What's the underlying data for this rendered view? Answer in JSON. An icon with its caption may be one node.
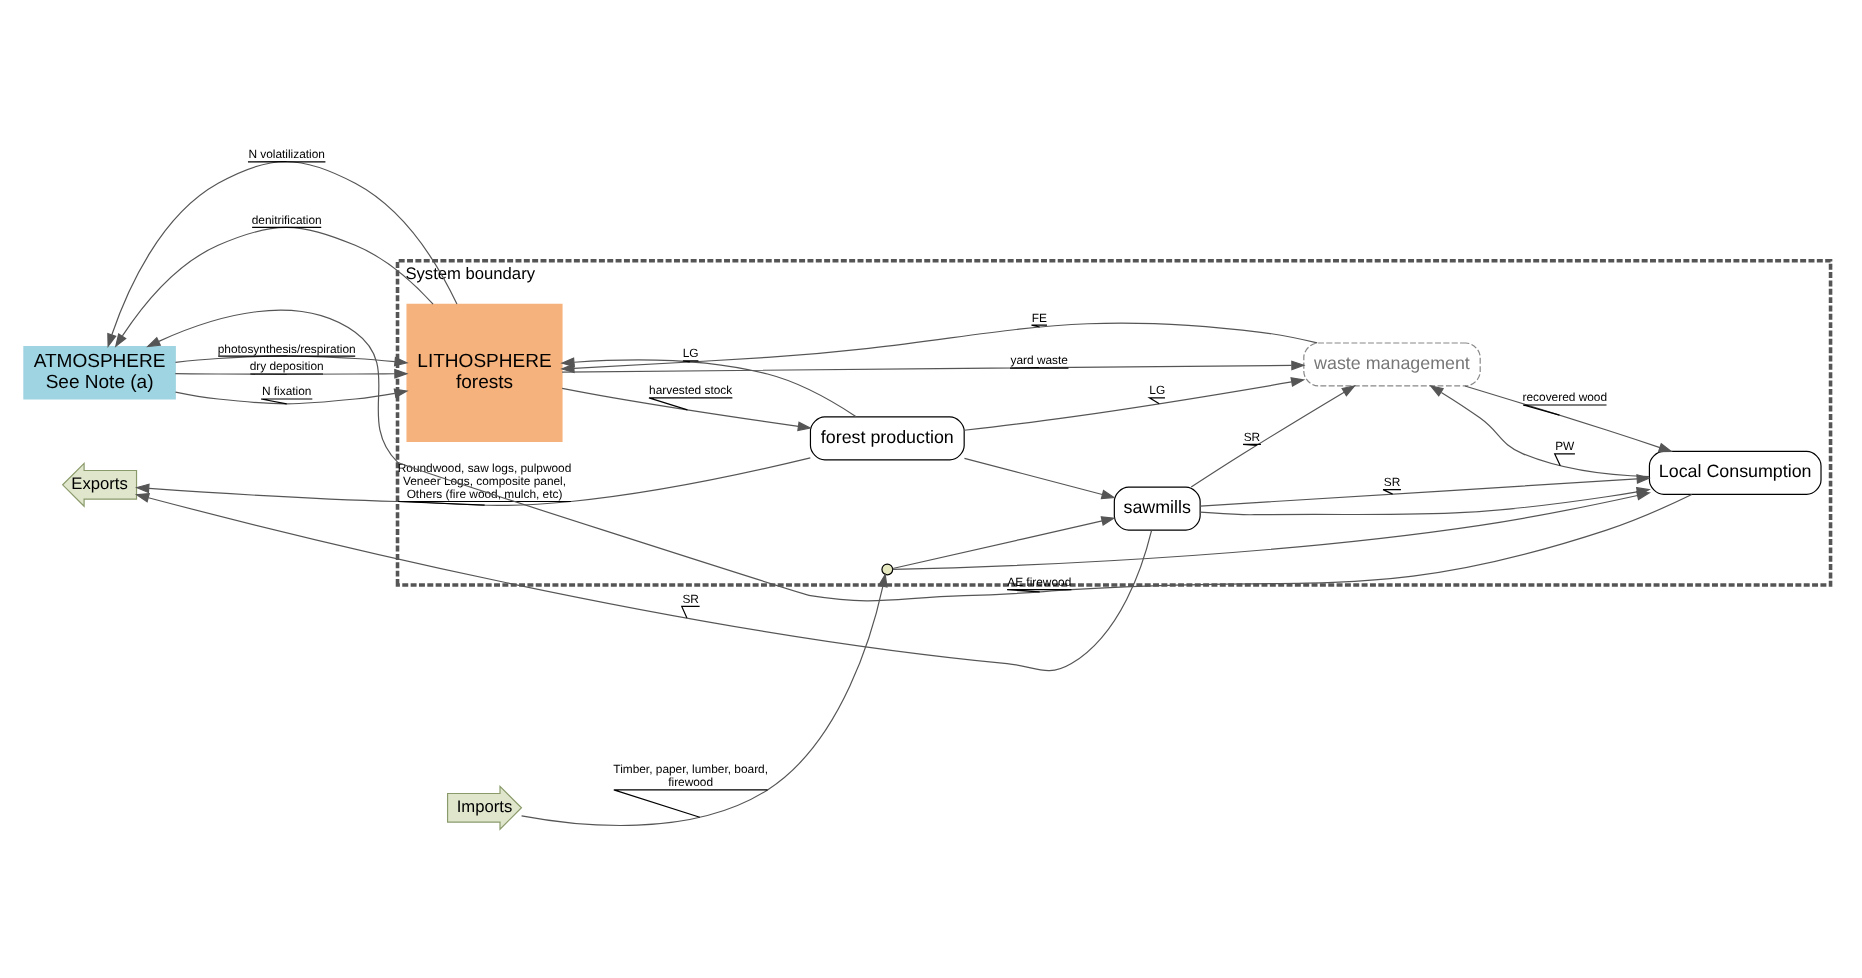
{
  "diagram": {
    "nodes": [
      {
        "text": [
          "System boundary"
        ]
      },
      {
        "text": [
          "ATMOSPHERE",
          "See Note (a)"
        ]
      },
      {
        "text": [
          "LITHOSPHERE",
          "forests"
        ],
        "in": 0
      },
      {
        "text": [
          "waste management"
        ],
        "in": 0
      },
      {
        "text": [
          "forest production"
        ],
        "in": 0
      },
      {
        "text": [
          "sawmills"
        ],
        "in": 0
      },
      {
        "text": [
          "Local Consumption"
        ],
        "in": 0
      },
      {
        "text": [
          "Exports"
        ]
      },
      {
        "text": [
          "Imports"
        ]
      },
      {
        "text": [],
        "shape": "circle",
        "in": 0
      }
    ],
    "edges": [
      {
        "from": 6,
        "to": 1,
        "arrow": "to",
        "label": "AE firewood"
      },
      {
        "from": 1,
        "to": 2,
        "arrow": "to",
        "label": "photosynthesis/respiration"
      },
      {
        "from": 1,
        "to": 2,
        "arrow": "to",
        "label": "dry deposition"
      },
      {
        "from": 2,
        "to": 1,
        "arrow": "to",
        "label": "N volatilization"
      },
      {
        "from": 1,
        "to": 2,
        "arrow": "to",
        "label": "N fixation"
      },
      {
        "from": 2,
        "to": 1,
        "arrow": "to",
        "label": "denitrification"
      },
      {
        "from": 3,
        "to": 2,
        "arrow": "to",
        "label": "FE"
      },
      {
        "from": 2,
        "to": 3,
        "arrow": "to",
        "label": "yard waste"
      },
      {
        "from": 3,
        "to": 6,
        "arrow": "to",
        "label": "recovered wood"
      },
      {
        "from": 6,
        "to": 3,
        "arrow": "to",
        "label": "PW"
      },
      {
        "from": 2,
        "to": 4,
        "arrow": "to",
        "label": "harvested stock"
      },
      {
        "from": 4,
        "to": 2,
        "arrow": "to",
        "label": "LG"
      },
      {
        "from": 4,
        "to": 3,
        "arrow": "to",
        "label": "LG"
      },
      {
        "from": 5,
        "to": 3,
        "arrow": "to",
        "label": "SR"
      },
      {
        "from": 5,
        "to": 6,
        "arrow": "to",
        "label": "SR"
      },
      {
        "from": 4,
        "to": 5,
        "arrow": "to"
      },
      {
        "from": 5,
        "to": 6,
        "arrow": "to"
      },
      {
        "from": 5,
        "to": 7,
        "arrow": "to",
        "label": "SR"
      },
      {
        "from": 4,
        "to": 7,
        "arrow": "to",
        "label": "Roundwood, saw logs, pulpwood Veneer Logs, composite panel, Others (fire wood, mulch, etc)"
      },
      {
        "from": 8,
        "to": 9,
        "arrow": "to",
        "label": "Timber, paper, lumber, board, firewood"
      },
      {
        "from": 9,
        "to": 5,
        "arrow": "to"
      },
      {
        "from": 9,
        "to": 6,
        "arrow": "to"
      }
    ]
  }
}
